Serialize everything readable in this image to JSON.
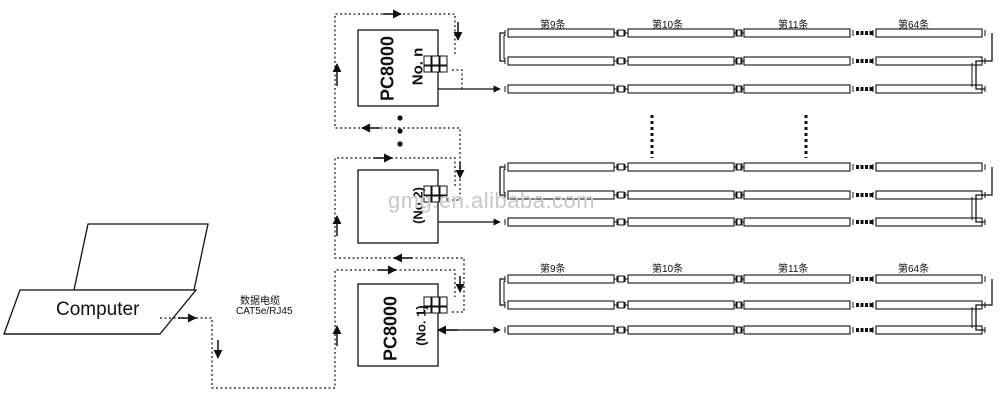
{
  "computer": {
    "label": "Computer"
  },
  "cable": {
    "name": "数据电缆",
    "type": "CAT5e/RJ45"
  },
  "controllers": {
    "top": {
      "model": "PC8000",
      "number": "No. n"
    },
    "middle": {
      "model": "",
      "number": "(No.2)"
    },
    "bottom": {
      "model": "PC8000",
      "number": "(No. 1)"
    }
  },
  "tube_labels": {
    "top": [
      "第9条",
      "第10条",
      "第11条",
      "第64条"
    ],
    "bottom": [
      "第9条",
      "第10条",
      "第11条",
      "第64条"
    ]
  },
  "watermark": "gmg.en.alibaba.com",
  "colors": {
    "line": "#111111",
    "background": "#ffffff",
    "watermark": "#c8c8c8"
  }
}
